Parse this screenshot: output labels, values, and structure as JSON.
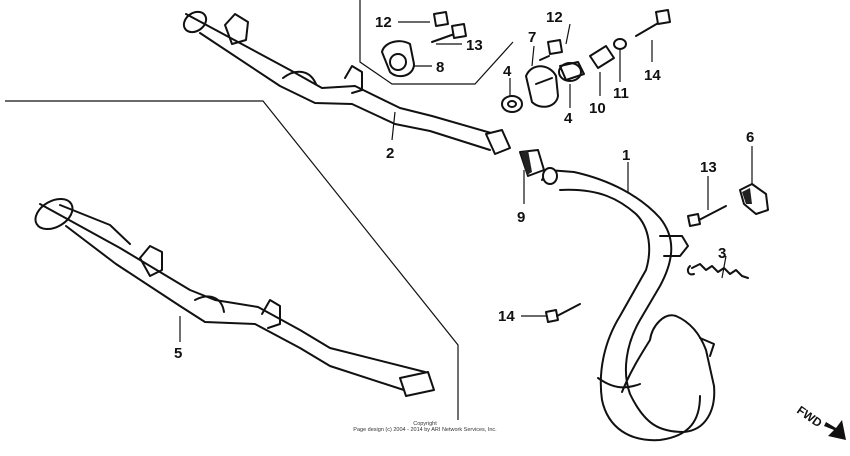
{
  "callouts": {
    "c1": "1",
    "c2": "2",
    "c3": "3",
    "c4a": "4",
    "c4b": "4",
    "c5": "5",
    "c6": "6",
    "c7": "7",
    "c8": "8",
    "c9": "9",
    "c10": "10",
    "c11": "11",
    "c12a": "12",
    "c12b": "12",
    "c13a": "13",
    "c13b": "13",
    "c14a": "14",
    "c14b": "14"
  },
  "direction": {
    "label": "FWD"
  },
  "copyright": {
    "line1": "Copyright",
    "line2": "Page design (c) 2004 - 2014 by ARI Network Services, Inc."
  }
}
